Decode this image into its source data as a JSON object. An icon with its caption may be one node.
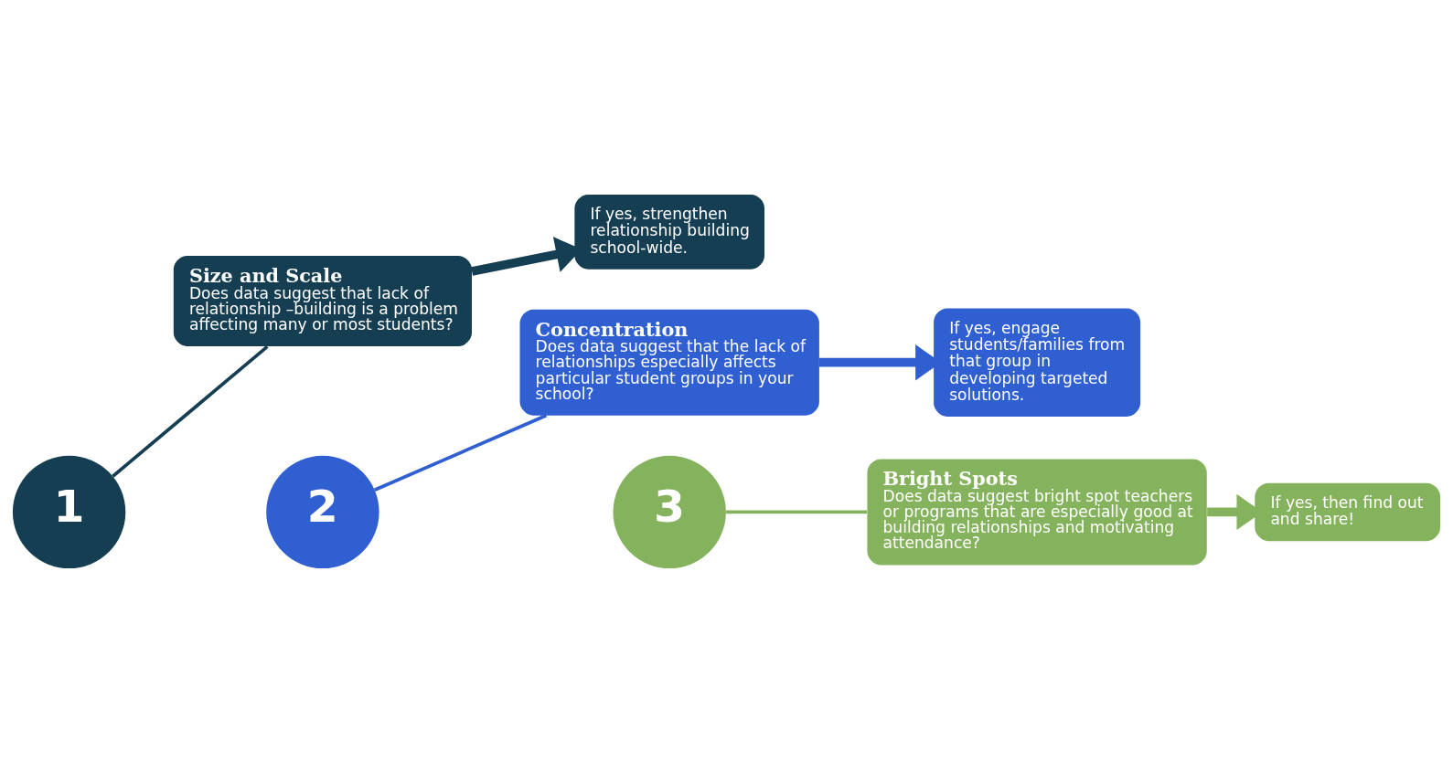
{
  "diagram": {
    "nodes": [
      {
        "text": [
          "1"
        ]
      },
      {
        "text": [
          "Size and Scale",
          "Does data suggest that lack of relationship –building is a problem affecting many or most students?"
        ]
      },
      {
        "text": [
          "If yes, strengthen relationship building school-wide."
        ]
      },
      {
        "text": [
          "2"
        ]
      },
      {
        "text": [
          "Concentration",
          "Does data suggest that the lack of relationships especially affects particular student groups in your school?"
        ]
      },
      {
        "text": [
          "If yes, engage students/families from that group in developing targeted solutions."
        ]
      },
      {
        "text": [
          "3"
        ]
      },
      {
        "text": [
          "Bright Spots",
          "Does data suggest bright spot teachers or programs that are especially good at building relationships and motivating attendance?"
        ]
      },
      {
        "text": [
          "If yes, then find out and share!"
        ]
      }
    ],
    "edges": [
      {
        "from": 0,
        "to": 1,
        "arrow": "none",
        "color": "#163e52"
      },
      {
        "from": 1,
        "to": 2,
        "arrow": "to",
        "style": "thick",
        "color": "#163e52"
      },
      {
        "from": 3,
        "to": 4,
        "arrow": "none",
        "color": "#2f5fd0"
      },
      {
        "from": 4,
        "to": 5,
        "arrow": "to",
        "style": "thick",
        "color": "#2f5fd0"
      },
      {
        "from": 6,
        "to": 7,
        "arrow": "none",
        "color": "#85b25c"
      },
      {
        "from": 7,
        "to": 8,
        "arrow": "to",
        "style": "thick",
        "color": "#85b25c"
      }
    ]
  }
}
